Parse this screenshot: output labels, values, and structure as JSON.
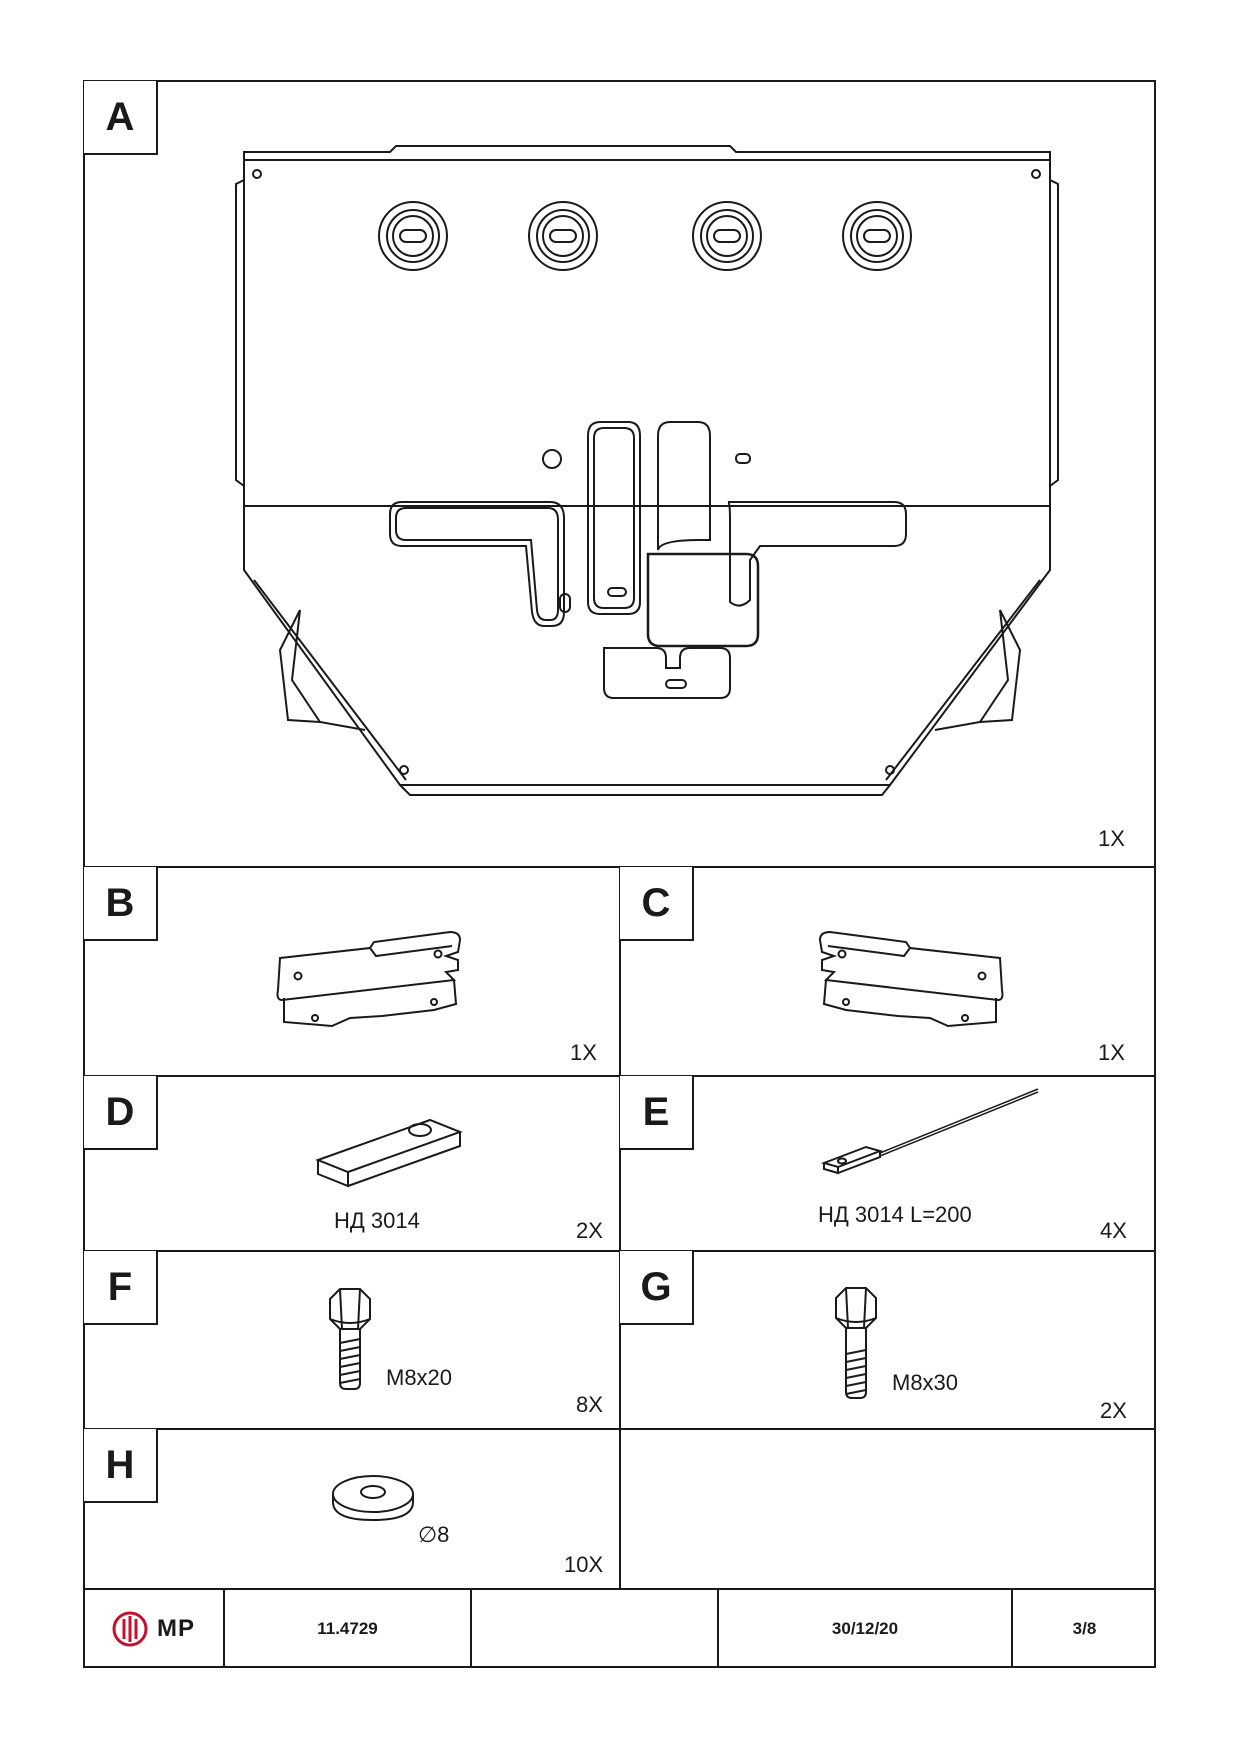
{
  "panels": {
    "A": {
      "label": "A",
      "qty": "1X"
    },
    "B": {
      "label": "B",
      "qty": "1X"
    },
    "C": {
      "label": "C",
      "qty": "1X"
    },
    "D": {
      "label": "D",
      "qty": "2X",
      "spec": "НД 3014"
    },
    "E": {
      "label": "E",
      "qty": "4X",
      "spec": "НД 3014 L=200"
    },
    "F": {
      "label": "F",
      "qty": "8X",
      "spec": "M8x20"
    },
    "G": {
      "label": "G",
      "qty": "2X",
      "spec": "M8x30"
    },
    "H": {
      "label": "H",
      "qty": "10X",
      "spec": "∅8"
    }
  },
  "title_block": {
    "logo_text": "MP",
    "part_number": "11.4729",
    "empty": "",
    "date": "30/12/20",
    "page": "3/8"
  },
  "colors": {
    "line": "#1a1a1a",
    "logo_red": "#c8102e"
  }
}
